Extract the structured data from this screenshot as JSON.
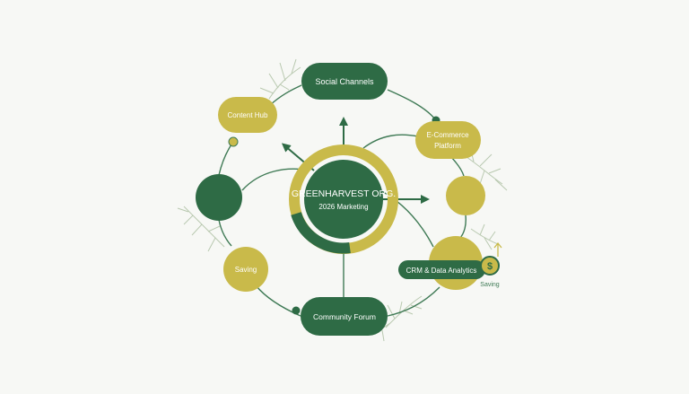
{
  "center": {
    "title": "GREENHARVEST ORG.",
    "subtitle": "2026 Marketing"
  },
  "nodes": {
    "social_channels": "Social Channels",
    "content_hub": "Content Hub",
    "ecommerce_line1": "E-Commerce",
    "ecommerce_line2": "Platform",
    "crm": "CRM & Data Analytics",
    "saving_left": "Saving",
    "saving_right": "Saving",
    "community_forum": "Community Forum"
  },
  "icons": {
    "dollar": "$",
    "dollar_name": "dollar-coin-icon"
  },
  "colors": {
    "green": "#2e6b45",
    "olive": "#c9ba4a",
    "line": "#3f7a55",
    "branch": "#b9c9b0"
  }
}
